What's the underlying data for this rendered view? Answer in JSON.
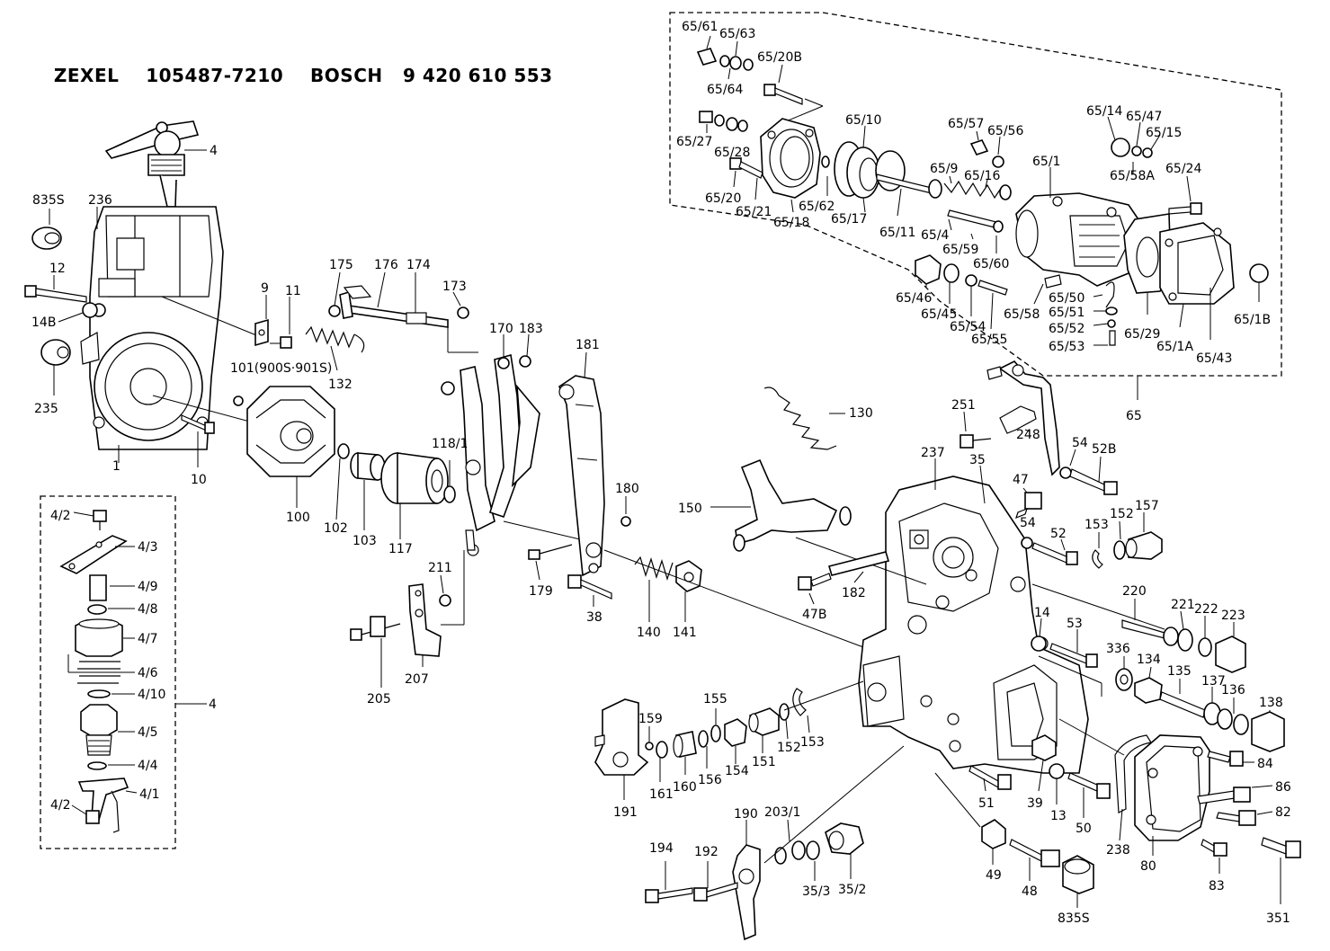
{
  "title": {
    "brand1": "ZEXEL",
    "number1": "105487-7210",
    "brand2": "BOSCH",
    "number2": "9 420 610 553"
  },
  "labels": [
    "4",
    "835S",
    "236",
    "12",
    "14B",
    "235",
    "1",
    "10",
    "9",
    "11",
    "101(900S·901S)",
    "132",
    "175",
    "176",
    "174",
    "173",
    "100",
    "102",
    "103",
    "117",
    "118/1",
    "170",
    "183",
    "181",
    "180",
    "179",
    "38",
    "140",
    "141",
    "211",
    "205",
    "207",
    "130",
    "150",
    "182",
    "47B",
    "237",
    "35",
    "251",
    "248",
    "54",
    "52B",
    "47",
    "54",
    "52",
    "153",
    "152",
    "157",
    "220",
    "221",
    "222",
    "223",
    "14",
    "53",
    "336",
    "134",
    "135",
    "137",
    "136",
    "138",
    "84",
    "86",
    "82",
    "83",
    "351",
    "238",
    "80",
    "51",
    "39",
    "13",
    "50",
    "49",
    "48",
    "835S",
    "190",
    "203/1",
    "35/3",
    "35/2",
    "194",
    "192",
    "155",
    "159",
    "191",
    "161",
    "160",
    "156",
    "154",
    "151",
    "152",
    "153",
    "4/2",
    "4/3",
    "4/9",
    "4/8",
    "4/7",
    "4/6",
    "4/10",
    "4/5",
    "4/4",
    "4/1",
    "4/2",
    "4",
    "65/61",
    "65/63",
    "65/64",
    "65/20B",
    "65/27",
    "65/28",
    "65/20",
    "65/21",
    "65/18",
    "65/62",
    "65/17",
    "65/10",
    "65/11",
    "65/57",
    "65/56",
    "65/9",
    "65/16",
    "65/4",
    "65/59",
    "65/60",
    "65/1",
    "65/14",
    "65/47",
    "65/15",
    "65/58A",
    "65/24",
    "65/46",
    "65/45",
    "65/54",
    "65/55",
    "65/58",
    "65/50",
    "65/51",
    "65/52",
    "65/53",
    "65/29",
    "65/1A",
    "65/43",
    "65/1B",
    "65"
  ]
}
